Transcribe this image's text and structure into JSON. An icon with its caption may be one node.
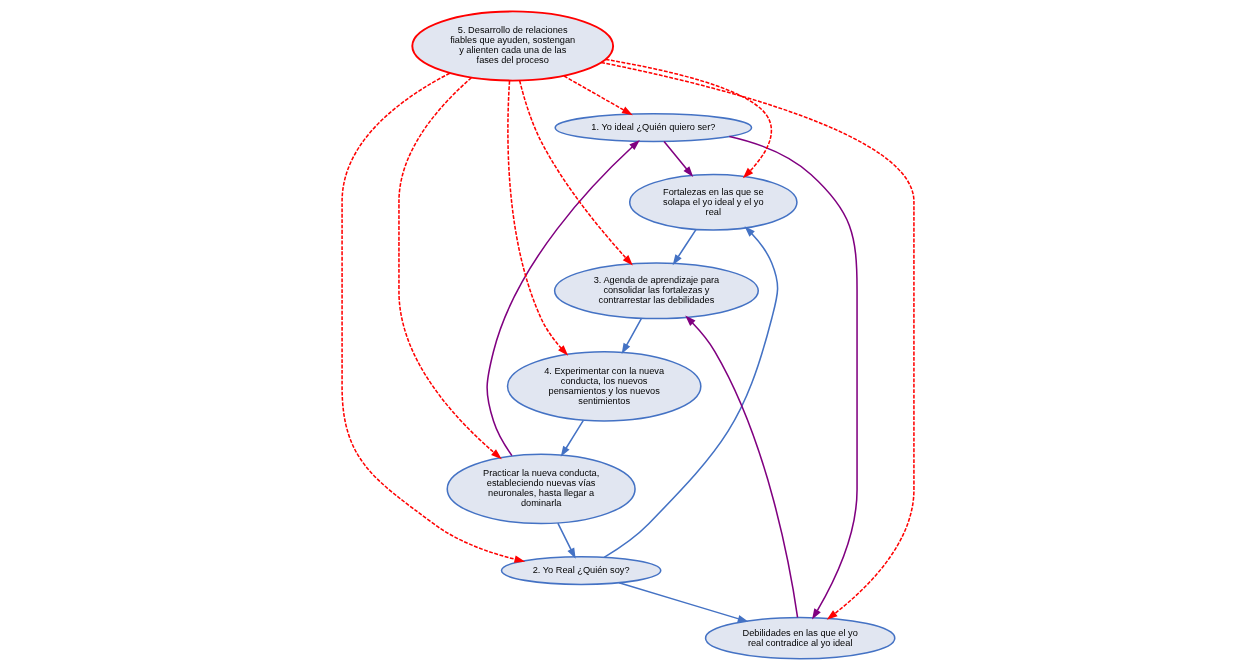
{
  "diagram": {
    "nodes": [
      {
        "text": [
          "1. Yo ideal ¿Quién quiero ser?"
        ]
      },
      {
        "text": [
          "2. Yo Real ¿Quién soy?"
        ]
      },
      {
        "text": [
          "Practicar la nueva conducta, estableciendo nuevas vías neuronales, hasta llegar a dominarla"
        ]
      },
      {
        "text": [
          "5. Desarrollo de relaciones fiables que ayuden, sostengan y alienten cada una de las fases del proceso"
        ]
      },
      {
        "text": [
          "Fortalezas en las que se solapa el yo ideal y el yo real"
        ]
      },
      {
        "text": [
          "4. Experimentar con la nueva conducta, los nuevos pensamientos y los nuevos sentimientos"
        ]
      },
      {
        "text": [
          "3. Agenda de aprendizaje para consolidar las fortalezas y contrarrestar las debilidades"
        ]
      },
      {
        "text": [
          "Debilidades en las que el yo real contradice al yo ideal"
        ]
      }
    ],
    "edges": [
      {
        "from": 2,
        "to": 0,
        "arrow": "to",
        "color": "#800080"
      },
      {
        "from": 2,
        "to": 1,
        "arrow": "to",
        "color": "#4472c4"
      },
      {
        "from": 0,
        "to": 4,
        "arrow": "to",
        "color": "#800080"
      },
      {
        "from": 0,
        "to": 7,
        "arrow": "to",
        "color": "#800080"
      },
      {
        "from": 1,
        "to": 4,
        "arrow": "to",
        "color": "#4472c4"
      },
      {
        "from": 1,
        "to": 7,
        "arrow": "to",
        "color": "#4472c4"
      },
      {
        "from": 4,
        "to": 6,
        "arrow": "to",
        "color": "#4472c4"
      },
      {
        "from": 7,
        "to": 6,
        "arrow": "to",
        "color": "#800080"
      },
      {
        "from": 6,
        "to": 5,
        "arrow": "to",
        "color": "#4472c4"
      },
      {
        "from": 5,
        "to": 2,
        "arrow": "to",
        "color": "#4472c4"
      },
      {
        "from": 3,
        "to": 0,
        "arrow": "to",
        "style": "dashed",
        "color": "#ff0000"
      },
      {
        "from": 3,
        "to": 1,
        "arrow": "to",
        "style": "dashed",
        "color": "#ff0000"
      },
      {
        "from": 3,
        "to": 2,
        "arrow": "to",
        "style": "dashed",
        "color": "#ff0000"
      },
      {
        "from": 3,
        "to": 5,
        "arrow": "to",
        "style": "dashed",
        "color": "#ff0000"
      },
      {
        "from": 3,
        "to": 4,
        "arrow": "to",
        "style": "dashed",
        "color": "#ff0000"
      },
      {
        "from": 3,
        "to": 6,
        "arrow": "to",
        "style": "dashed",
        "color": "#ff0000"
      },
      {
        "from": 3,
        "to": 7,
        "arrow": "to",
        "style": "dashed",
        "color": "#ff0000"
      }
    ]
  }
}
